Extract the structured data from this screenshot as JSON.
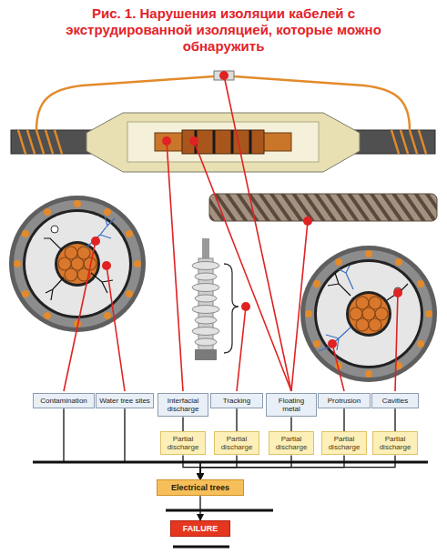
{
  "diagram": {
    "title": "Рис. 1. Нарушения изоляции кабелей с экструдированной изоляцией, которые можно обнаружить",
    "nodes": [
      {
        "text": [
          "Contamination"
        ]
      },
      {
        "text": [
          "Water tree sites"
        ]
      },
      {
        "text": [
          "Interfacial discharge"
        ]
      },
      {
        "text": [
          "Tracking"
        ]
      },
      {
        "text": [
          "Floating metal"
        ]
      },
      {
        "text": [
          "Protrusion"
        ]
      },
      {
        "text": [
          "Cavities"
        ]
      },
      {
        "text": [
          "Partial discharge"
        ]
      },
      {
        "text": [
          "Partial discharge"
        ]
      },
      {
        "text": [
          "Partial discharge"
        ]
      },
      {
        "text": [
          "Partial discharge"
        ]
      },
      {
        "text": [
          "Partial discharge"
        ]
      },
      {
        "text": [
          "Electrical trees"
        ]
      },
      {
        "text": [
          "FAILURE"
        ]
      }
    ],
    "edges": [
      {
        "from": 0,
        "to": 12,
        "arrow": "to"
      },
      {
        "from": 1,
        "to": 12,
        "arrow": "to"
      },
      {
        "from": 2,
        "to": 7,
        "arrow": "none"
      },
      {
        "from": 3,
        "to": 8,
        "arrow": "none"
      },
      {
        "from": 4,
        "to": 9,
        "arrow": "none"
      },
      {
        "from": 5,
        "to": 10,
        "arrow": "none"
      },
      {
        "from": 6,
        "to": 11,
        "arrow": "none"
      },
      {
        "from": 7,
        "to": 12,
        "arrow": "to"
      },
      {
        "from": 8,
        "to": 12,
        "arrow": "to"
      },
      {
        "from": 9,
        "to": 12,
        "arrow": "to"
      },
      {
        "from": 10,
        "to": 12,
        "arrow": "to"
      },
      {
        "from": 11,
        "to": 12,
        "arrow": "to"
      },
      {
        "from": 12,
        "to": 13,
        "arrow": "to"
      }
    ]
  }
}
